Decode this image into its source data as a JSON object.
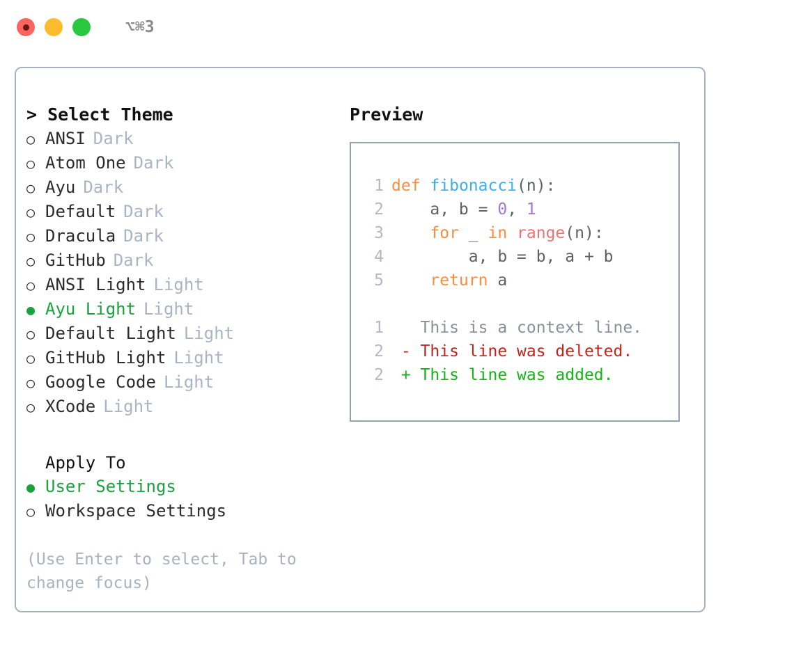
{
  "titlebar": {
    "shortcut": "⌥⌘3",
    "dots": [
      {
        "name": "close",
        "color": "#f9655f"
      },
      {
        "name": "minimize",
        "color": "#fbbd2e"
      },
      {
        "name": "maximize",
        "color": "#28c840"
      }
    ]
  },
  "theme_list": {
    "header": "> Select Theme",
    "items": [
      {
        "marker": "○",
        "label": "ANSI",
        "badge": "Dark",
        "selected": false
      },
      {
        "marker": "○",
        "label": "Atom One",
        "badge": "Dark",
        "selected": false
      },
      {
        "marker": "○",
        "label": "Ayu",
        "badge": "Dark",
        "selected": false
      },
      {
        "marker": "○",
        "label": "Default",
        "badge": "Dark",
        "selected": false
      },
      {
        "marker": "○",
        "label": "Dracula",
        "badge": "Dark",
        "selected": false
      },
      {
        "marker": "○",
        "label": "GitHub",
        "badge": "Dark",
        "selected": false
      },
      {
        "marker": "○",
        "label": "ANSI Light",
        "badge": "Light",
        "selected": false
      },
      {
        "marker": "●",
        "label": "Ayu Light",
        "badge": "Light",
        "selected": true
      },
      {
        "marker": "○",
        "label": "Default Light",
        "badge": "Light",
        "selected": false
      },
      {
        "marker": "○",
        "label": "GitHub Light",
        "badge": "Light",
        "selected": false
      },
      {
        "marker": "○",
        "label": "Google Code",
        "badge": "Light",
        "selected": false
      },
      {
        "marker": "○",
        "label": "XCode",
        "badge": "Light",
        "selected": false
      }
    ]
  },
  "apply_to": {
    "title": "Apply To",
    "items": [
      {
        "marker": "●",
        "label": "User Settings",
        "selected": true
      },
      {
        "marker": "○",
        "label": "Workspace Settings",
        "selected": false
      }
    ]
  },
  "hint": "(Use Enter to select, Tab to change focus)",
  "preview": {
    "title": "Preview",
    "code": [
      {
        "num": "1",
        "tokens": [
          {
            "t": "def",
            "c": "kw"
          },
          {
            "t": " ",
            "c": "pn"
          },
          {
            "t": "fibonacci",
            "c": "fn"
          },
          {
            "t": "(n):",
            "c": "pn"
          }
        ]
      },
      {
        "num": "2",
        "tokens": [
          {
            "t": "    a, b = ",
            "c": "pn"
          },
          {
            "t": "0",
            "c": "num"
          },
          {
            "t": ", ",
            "c": "pn"
          },
          {
            "t": "1",
            "c": "num"
          }
        ]
      },
      {
        "num": "3",
        "tokens": [
          {
            "t": "    ",
            "c": "pn"
          },
          {
            "t": "for",
            "c": "kw"
          },
          {
            "t": " _ ",
            "c": "pn"
          },
          {
            "t": "in",
            "c": "kw"
          },
          {
            "t": " ",
            "c": "pn"
          },
          {
            "t": "range",
            "c": "bi"
          },
          {
            "t": "(n):",
            "c": "pn"
          }
        ]
      },
      {
        "num": "4",
        "tokens": [
          {
            "t": "        a, b = b, a + b",
            "c": "pn"
          }
        ]
      },
      {
        "num": "5",
        "tokens": [
          {
            "t": "    ",
            "c": "pn"
          },
          {
            "t": "return",
            "c": "kw"
          },
          {
            "t": " a",
            "c": "pn"
          }
        ]
      }
    ],
    "diff": [
      {
        "num": "1",
        "sign": " ",
        "text": "This is a context line.",
        "kind": "ctx"
      },
      {
        "num": "2",
        "sign": "-",
        "text": "This line was deleted.",
        "kind": "del"
      },
      {
        "num": "2",
        "sign": "+",
        "text": "This line was added.",
        "kind": "add"
      }
    ]
  },
  "colors": {
    "selected_green": "#19a33c",
    "muted": "#aab4c4",
    "keyword": "#fa8d3e",
    "function": "#3daeed",
    "number": "#a37acc",
    "builtin": "#f07171",
    "diff_deleted": "#c0241b",
    "diff_added": "#17b417"
  }
}
